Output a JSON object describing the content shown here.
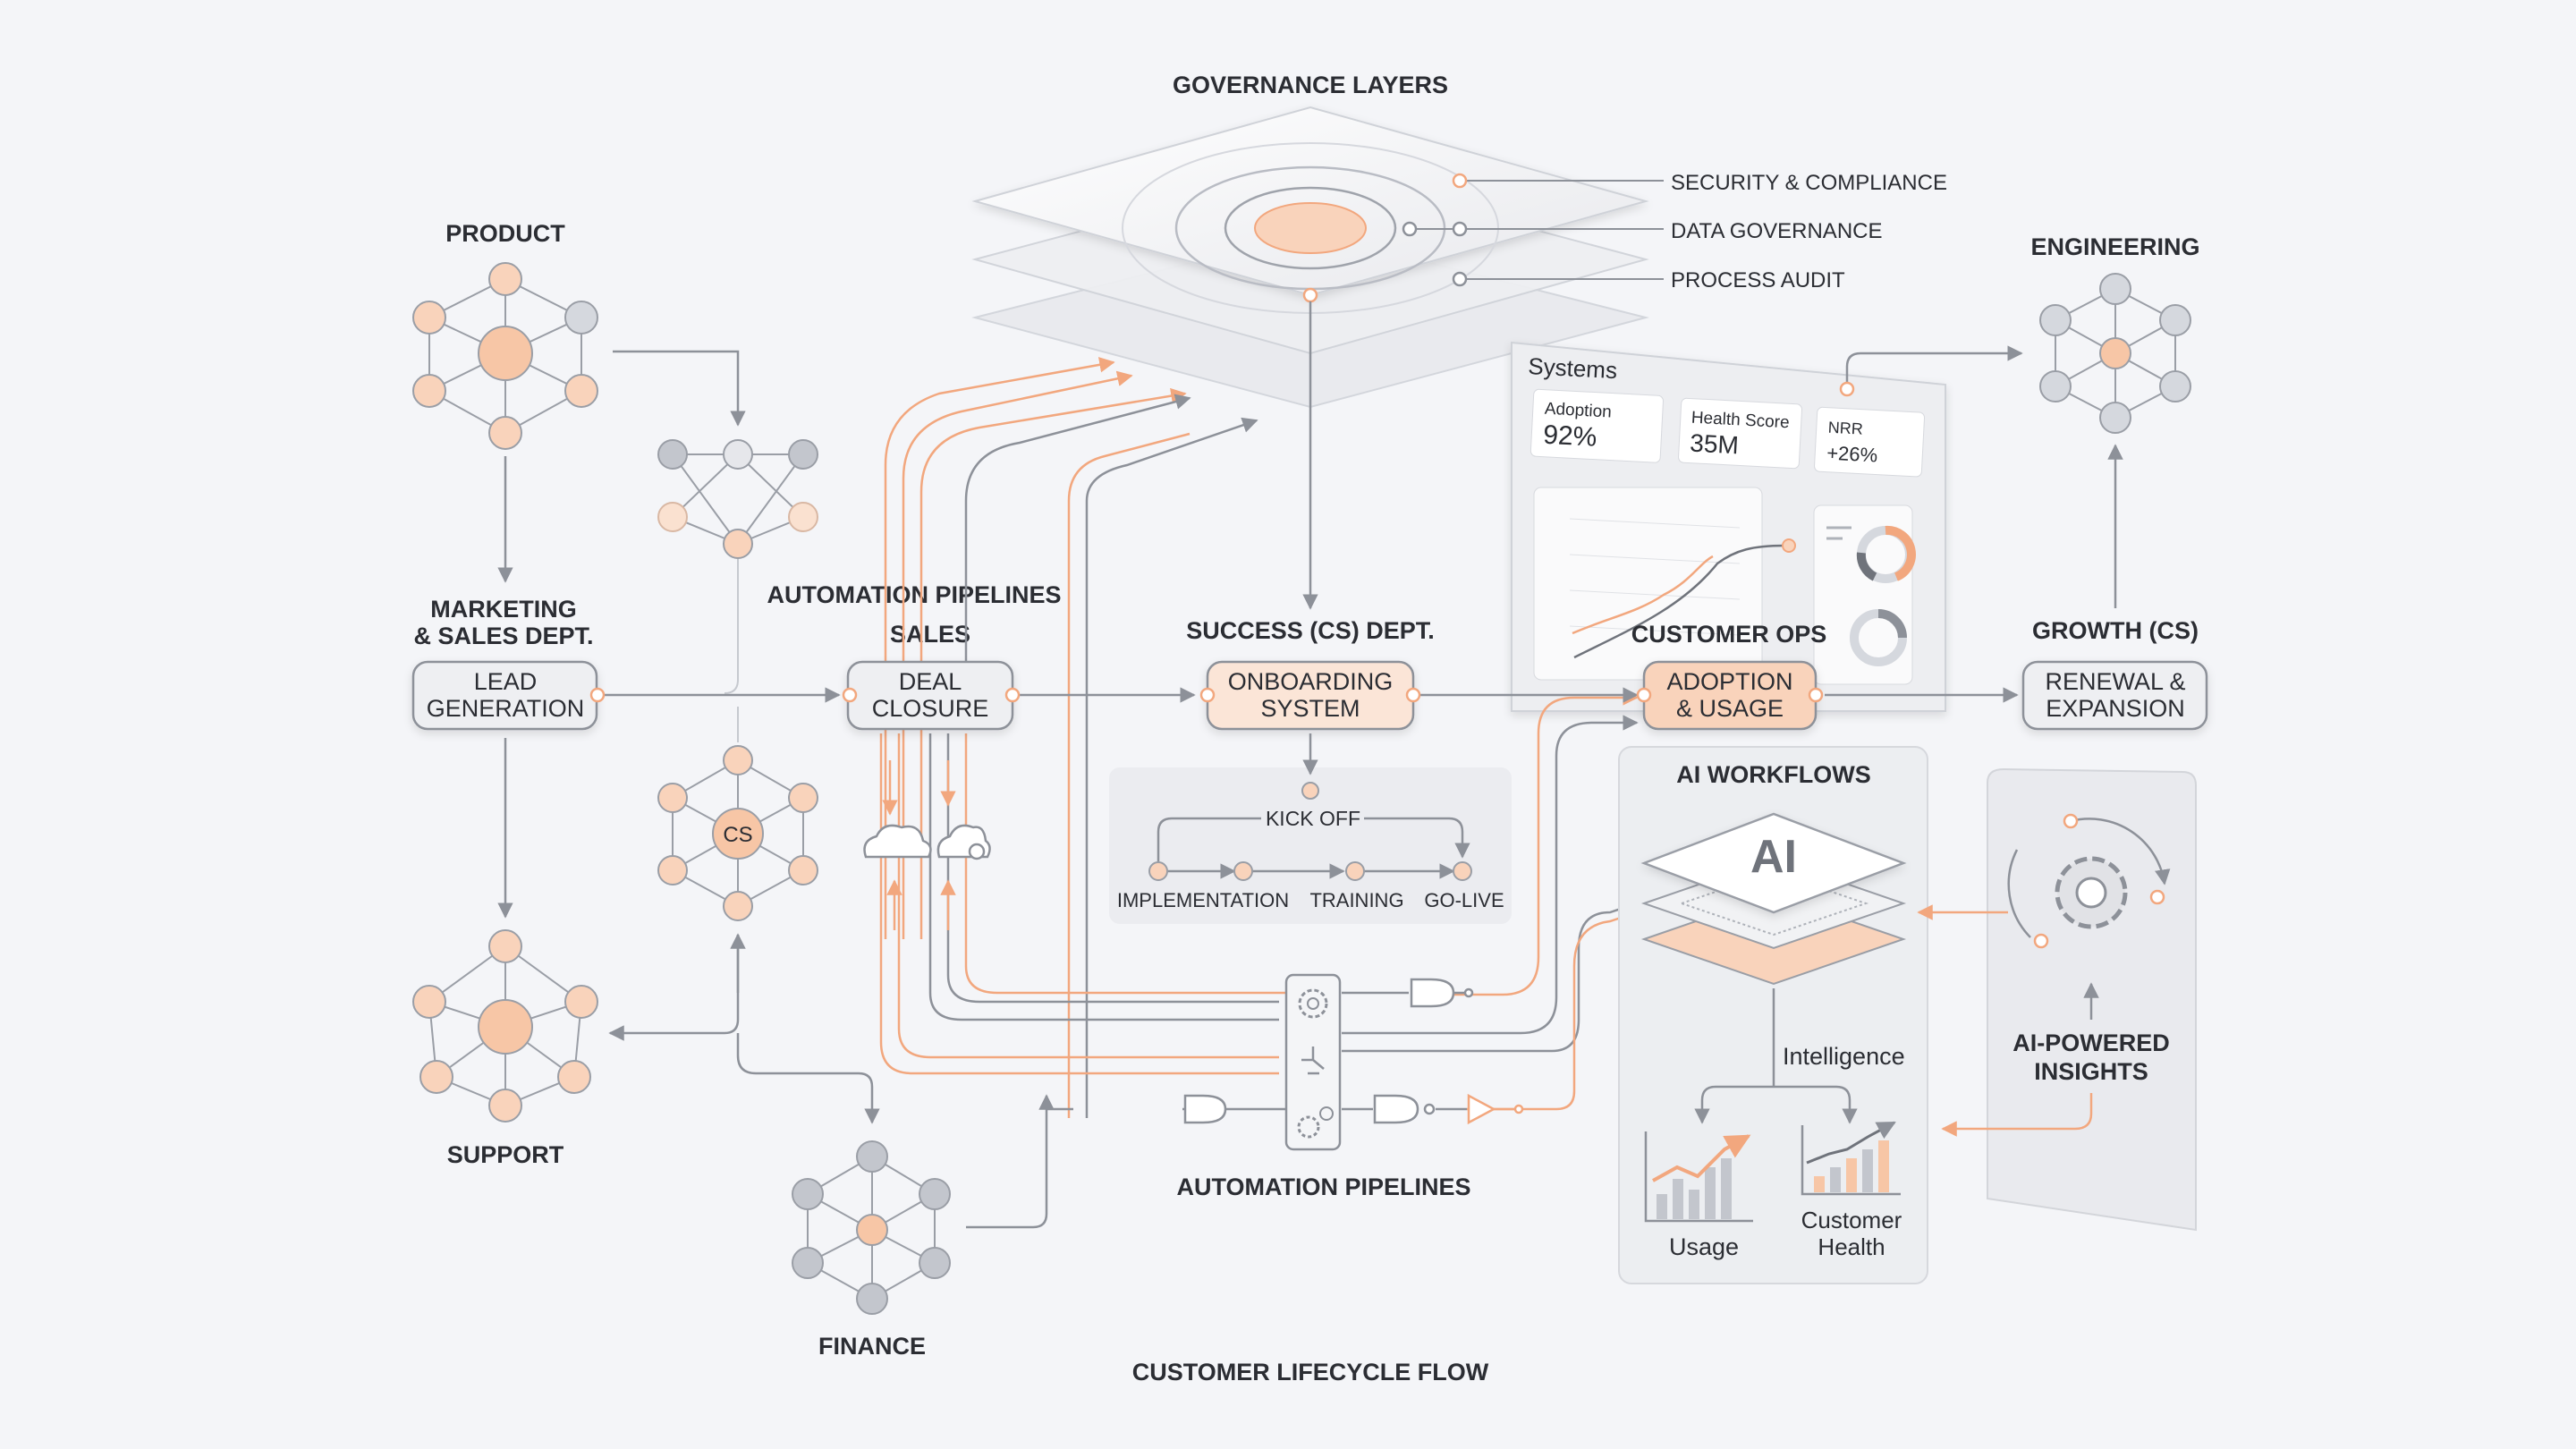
{
  "colors": {
    "orange": "#f2a77e",
    "orange_fill": "#f9dcc9",
    "gray_line": "#8d9199",
    "gray_node": "#c3c6cd",
    "box_fill": "#eeeff2"
  },
  "governance": {
    "title": "GOVERNANCE LAYERS",
    "layers": [
      "SECURITY & COMPLIANCE",
      "DATA GOVERNANCE",
      "PROCESS AUDIT"
    ]
  },
  "departments": {
    "product": "PRODUCT",
    "engineering": "ENGINEERING",
    "marketing_line1": "MARKETING",
    "marketing_line2": "& SALES DEPT.",
    "support": "SUPPORT",
    "finance": "FINANCE",
    "cs_node": "CS"
  },
  "stages": {
    "automation_top": "AUTOMATION PIPELINES",
    "sales": "SALES",
    "success": "SUCCESS (CS) DEPT.",
    "customer_ops": "CUSTOMER OPS",
    "growth": "GROWTH (CS)",
    "lead_l1": "LEAD",
    "lead_l2": "GENERATION",
    "deal_l1": "DEAL",
    "deal_l2": "CLOSURE",
    "onb_l1": "ONBOARDING",
    "onb_l2": "SYSTEM",
    "adopt_l1": "ADOPTION",
    "adopt_l2": "& USAGE",
    "renew_l1": "RENEWAL &",
    "renew_l2": "EXPANSION"
  },
  "onboarding_steps": {
    "kickoff": "KICK OFF",
    "steps": [
      "IMPLEMENTATION",
      "TRAINING",
      "GO-LIVE"
    ]
  },
  "systems_panel": {
    "title": "Systems",
    "metrics": [
      {
        "label": "Adoption",
        "value": "92%"
      },
      {
        "label": "Health Score",
        "value": "35M"
      },
      {
        "label": "NRR",
        "value": "+26%"
      }
    ]
  },
  "ai_workflows": {
    "title": "AI WORKFLOWS",
    "chip_label": "AI",
    "intelligence": "Intelligence",
    "usage": "Usage",
    "health_l1": "Customer",
    "health_l2": "Health"
  },
  "insights": {
    "line1": "AI-POWERED",
    "line2": "INSIGHTS"
  },
  "automation_bottom": "AUTOMATION PIPELINES",
  "footer": "CUSTOMER LIFECYCLE FLOW"
}
